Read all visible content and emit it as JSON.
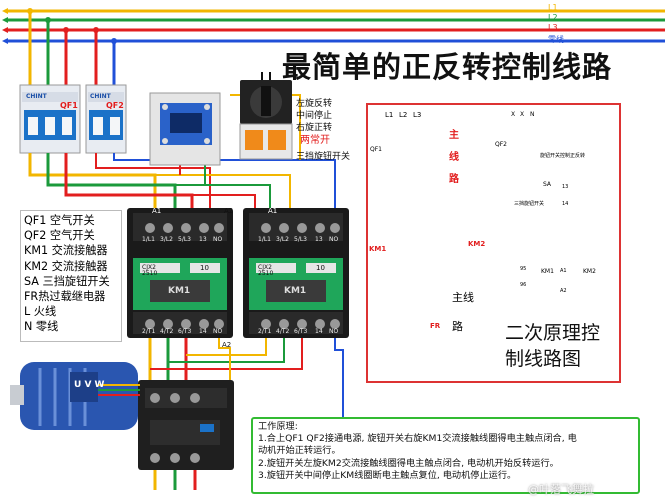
{
  "title": "最简单的正反转控制线路",
  "bus": {
    "l1": "L1",
    "l2": "L2",
    "l3": "L3",
    "n": "零线"
  },
  "breakers": {
    "brand1": "CHINT",
    "brand2": "CHINT",
    "qf1": "QF1",
    "qf2": "QF2"
  },
  "rotary_switch": {
    "lines": [
      "左旋反转",
      "中间停止",
      "右旋正转"
    ],
    "red_text": "两常开",
    "caption": "三挡旋钮开关"
  },
  "legend": [
    "QF1 空气开关",
    "QF2 空气开关",
    "KM1 交流接触器",
    "KM2 交流接触器",
    "SA  三挡旋钮开关",
    "FR热过载继电器",
    "L   火线",
    "N   零线"
  ],
  "contactor": {
    "label1": "KM1",
    "label2": "KM1",
    "model": "CJX2",
    "rating": "2510",
    "top_terminals": [
      "1/L1",
      "3/L2",
      "5/L3",
      "13",
      "NO"
    ],
    "bottom_terminals": [
      "2/T1",
      "4/T2",
      "6/T3",
      "14",
      "NO"
    ],
    "a1": "A1",
    "a2": "A2",
    "number": "10"
  },
  "motor": {
    "terminals": "U V W"
  },
  "schematic": {
    "l1": "L1",
    "l2": "L2",
    "l3": "L3",
    "qf1": "QF1",
    "qf2": "QF2",
    "main_circuit_vertical": [
      "主",
      "线",
      "路"
    ],
    "km1": "KM1",
    "km2": "KM2",
    "fr": "FR",
    "main_circuit": [
      "主线",
      "路"
    ],
    "secondary": [
      "二次原理控",
      "制线路图"
    ],
    "sa": "SA",
    "sa_note": "三挡旋钮开关",
    "qf2_note": "旋钮开关控制正反转",
    "terminals": [
      "13",
      "14",
      "95",
      "96",
      "A1",
      "A2"
    ],
    "small_labels": [
      "X",
      "X",
      "N"
    ]
  },
  "work_principle": {
    "heading": "工作原理:",
    "lines": [
      "1.合上QF1 QF2接通电源, 旋钮开关右旋KM1交流接触线圈得电主触点闭合, 电",
      "动机开始正转运行。",
      "2.旋钮开关左旋KM2交流接触线圈得电主触点闭合, 电动机开始反转运行。",
      "3.旋钮开关中间停止KM线圈断电主触点复位, 电动机停止运行。"
    ]
  },
  "watermark": "@叶落飞舞拉",
  "colors": {
    "l1": "#f2b600",
    "l2": "#1b9a3b",
    "l3": "#e21e1e",
    "n": "#2050d8",
    "schematic_border": "#dd3333",
    "work_border": "#33bb33",
    "contactor_body": "#1a1a1a",
    "contactor_window": "#1fa65a"
  }
}
